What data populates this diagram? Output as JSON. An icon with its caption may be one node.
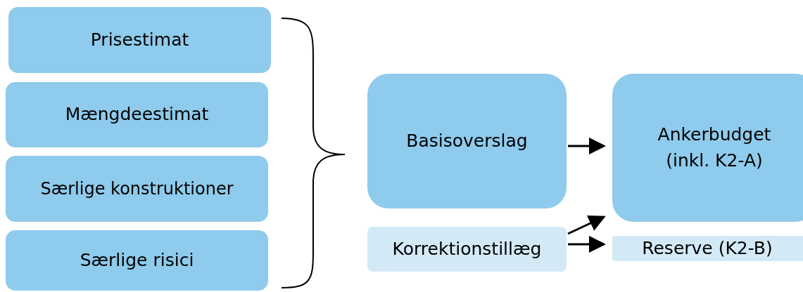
{
  "diagram": {
    "nodes": [
      {
        "text": [
          "Prisestimat"
        ]
      },
      {
        "text": [
          "Mængdeestimat"
        ]
      },
      {
        "text": [
          "Særlige konstruktioner"
        ]
      },
      {
        "text": [
          "Særlige risici"
        ]
      },
      {
        "text": [
          "Basisoverslag"
        ]
      },
      {
        "text": [
          "Ankerbudget (inkl. K2-A)"
        ]
      },
      {
        "text": [
          "Korrektionstillæg"
        ]
      },
      {
        "text": [
          "Reserve (K2-B)"
        ]
      }
    ],
    "edges": [
      {
        "from": 4,
        "to": 5,
        "arrow": "to"
      },
      {
        "from": 6,
        "to": 5,
        "arrow": "to"
      },
      {
        "from": 6,
        "to": 7,
        "arrow": "to"
      }
    ]
  }
}
